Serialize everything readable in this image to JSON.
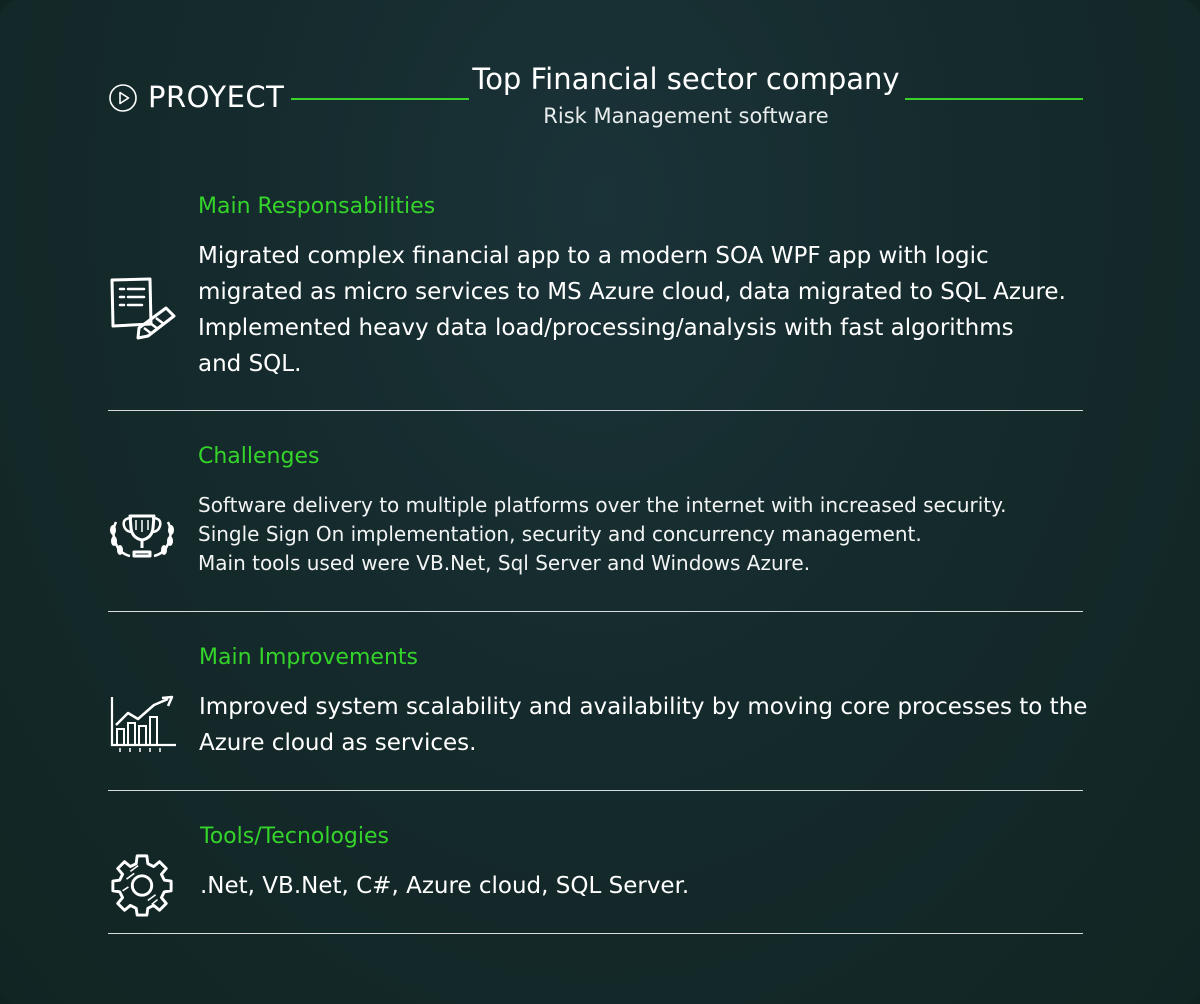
{
  "header": {
    "label": "PROYECT",
    "title": "Top Financial sector company",
    "subtitle": "Risk Management software",
    "accent_color": "#3bd12c",
    "icon": "play-circle-icon"
  },
  "sections": [
    {
      "title": "Main Responsabilities",
      "icon": "checklist-pencil-icon",
      "lines": [
        "Migrated complex financial app to a modern SOA WPF app with logic",
        "migrated as micro services to MS Azure cloud, data migrated to SQL Azure.",
        "Implemented heavy data load/processing/analysis with fast algorithms",
        "and SQL."
      ]
    },
    {
      "title": "Challenges",
      "icon": "trophy-laurel-icon",
      "lines": [
        "Software delivery to multiple platforms over the internet with increased security.",
        "Single Sign On implementation, security and concurrency management.",
        "Main tools used were VB.Net, Sql Server and Windows Azure."
      ]
    },
    {
      "title": "Main Improvements",
      "icon": "growth-chart-icon",
      "lines": [
        "Improved system scalability and availability by moving core processes to the",
        "Azure cloud as services."
      ]
    },
    {
      "title": "Tools/Tecnologies",
      "icon": "gear-icon",
      "lines": [
        ".Net, VB.Net, C#, Azure cloud, SQL Server."
      ]
    }
  ]
}
